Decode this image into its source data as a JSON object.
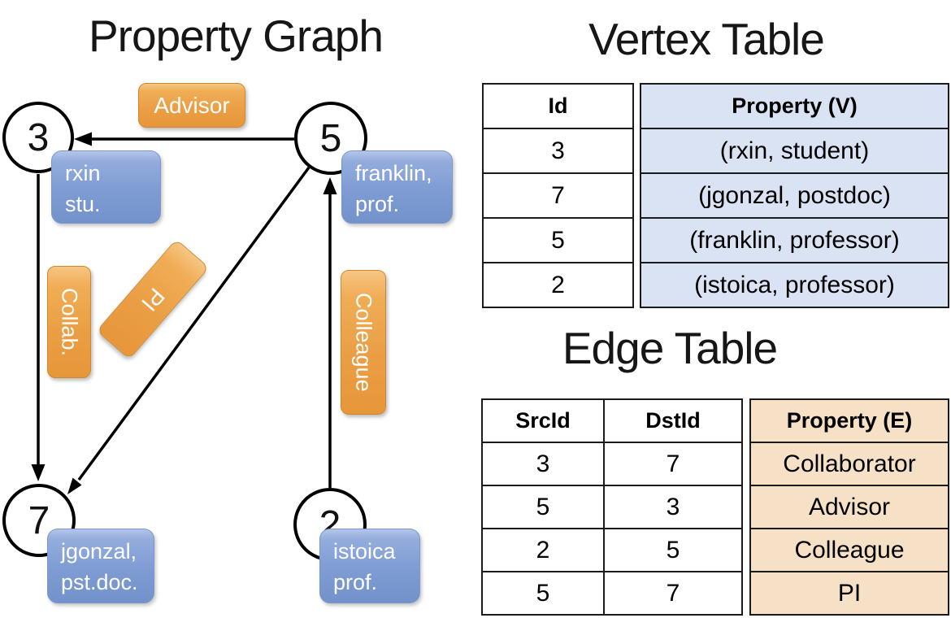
{
  "graph": {
    "title": "Property Graph",
    "nodes": [
      {
        "id": "3",
        "label_lines": [
          "rxin",
          "stu."
        ]
      },
      {
        "id": "5",
        "label_lines": [
          "franklin,",
          "prof."
        ]
      },
      {
        "id": "7",
        "label_lines": [
          "jgonzal,",
          "pst.doc."
        ]
      },
      {
        "id": "2",
        "label_lines": [
          "istoica",
          "prof."
        ]
      }
    ],
    "edges": [
      {
        "src": "5",
        "dst": "3",
        "label": "Advisor"
      },
      {
        "src": "3",
        "dst": "7",
        "label": "Collab."
      },
      {
        "src": "5",
        "dst": "7",
        "label": "PI"
      },
      {
        "src": "2",
        "dst": "5",
        "label": "Colleague"
      }
    ]
  },
  "vertex_table": {
    "title": "Vertex Table",
    "columns": [
      "Id",
      "Property (V)"
    ],
    "rows": [
      [
        "3",
        "(rxin, student)"
      ],
      [
        "7",
        "(jgonzal, postdoc)"
      ],
      [
        "5",
        "(franklin, professor)"
      ],
      [
        "2",
        "(istoica, professor)"
      ]
    ]
  },
  "edge_table": {
    "title": "Edge Table",
    "columns": [
      "SrcId",
      "DstId",
      "Property (E)"
    ],
    "rows": [
      [
        "3",
        "7",
        "Collaborator"
      ],
      [
        "5",
        "3",
        "Advisor"
      ],
      [
        "2",
        "5",
        "Colleague"
      ],
      [
        "5",
        "7",
        "PI"
      ]
    ]
  },
  "colors": {
    "edge_label_orange": "#eb9f45",
    "property_box_blue": "#7e9cd3",
    "vertex_cell_bg": "#dae3f3",
    "edge_cell_bg": "#f6e1c7",
    "line_black": "#000000"
  }
}
